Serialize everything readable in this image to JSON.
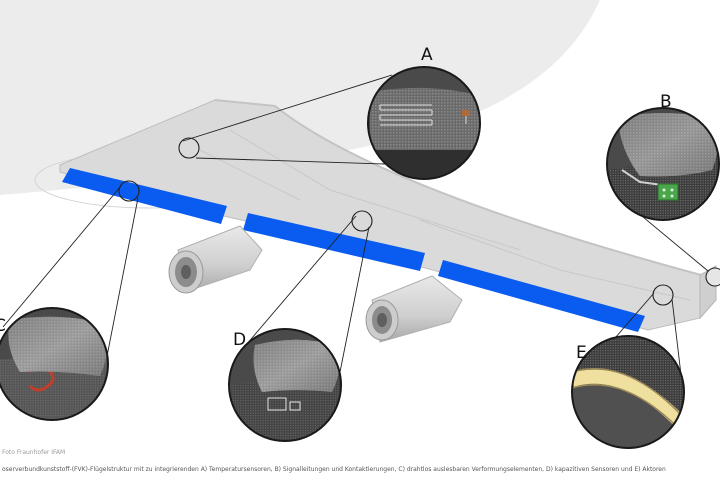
{
  "labels": {
    "a": "A",
    "b": "B",
    "c": "C",
    "d": "D",
    "e": "E"
  },
  "credit": "Foto Fraunhofer IFAM",
  "caption": "oserverbundkunststoff-(FVK)-Flügelstruktur mit zu integrierenden A) Temperatursensoren, B) Signalleitungen und Kontaktierungen, C) drahtlos auslesbaren Verformungselementen, D) kapazitiven Sensoren und E) Aktoren",
  "colors": {
    "accent_strip": "#0a5cf0",
    "wing": "#d8d8d8",
    "background_shape": "#ececec",
    "inset_bg": "#4a4a4a",
    "actuator_layer": "#efe0a0",
    "contact_pad": "#4aa64a"
  }
}
